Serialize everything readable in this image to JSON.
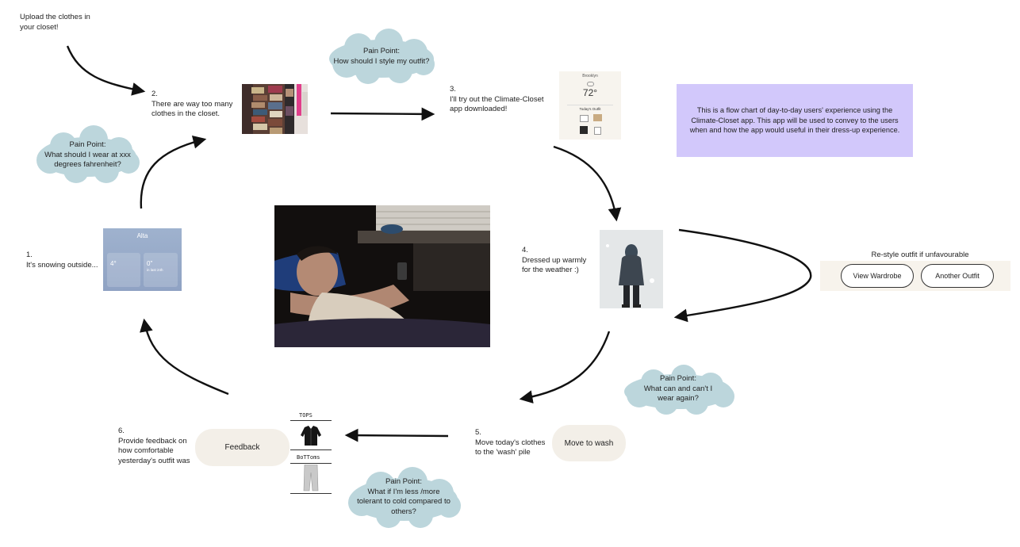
{
  "steps": {
    "upload": {
      "lines": [
        "Upload the clothes in",
        "your closet!"
      ]
    },
    "s2": {
      "lines": [
        "2.",
        "There are way too many",
        "clothes in the closet."
      ]
    },
    "s3": {
      "lines": [
        "3.",
        "I'll try out the Climate-Closet",
        "app downloaded!"
      ]
    },
    "s4": {
      "lines": [
        "4.",
        "Dressed up warmly",
        "for the weather :)"
      ]
    },
    "s5": {
      "lines": [
        "5.",
        "Move today's clothes",
        "to the 'wash' pile"
      ]
    },
    "s6": {
      "lines": [
        "6.",
        "Provide feedback on",
        "how comfortable",
        "yesterday's outfit was"
      ]
    },
    "s1": {
      "lines": [
        "1.",
        "It's snowing outside..."
      ]
    }
  },
  "pain_points": {
    "p1": {
      "lines": [
        "Pain Point:",
        "How should I style my outfit?"
      ]
    },
    "p2": {
      "lines": [
        "Pain Point:",
        "What should I wear at xxx",
        "degrees fahrenheit?"
      ]
    },
    "p3": {
      "lines": [
        "Pain Point:",
        "What can and can't I",
        "wear again?"
      ]
    },
    "p4": {
      "lines": [
        "Pain Point:",
        "What if I'm less /more",
        "tolerant to cold compared to",
        "others?"
      ]
    }
  },
  "note": {
    "lines": [
      "This is a flow chart of day-to-day users' experience using the",
      "Climate-Closet app. This app will be used to convey to the users",
      "when and how the app would useful in their dress-up experience."
    ],
    "bg_color": "#d2c8fb"
  },
  "restyle": {
    "label": "Re-style outfit if unfavourable",
    "view_wardrobe": "View Wardrobe",
    "another_outfit": "Another Outfit"
  },
  "buttons": {
    "move_to_wash": "Move to wash",
    "feedback": "Feedback"
  },
  "app_screen": {
    "city": "Brooklyn",
    "temp": "72°",
    "section": "Today's Outfit"
  },
  "weather_widget": {
    "city": "Alta",
    "card1_value": "4°",
    "card2_value": "0\"",
    "card2_sub": "in last 24h"
  },
  "wardrobe_sketch": {
    "tops": "TOPS",
    "bottoms": "BoTToms"
  },
  "colors": {
    "cloud": "#bcd6dc",
    "pill": "#f3efe8",
    "arrow": "#111111"
  }
}
